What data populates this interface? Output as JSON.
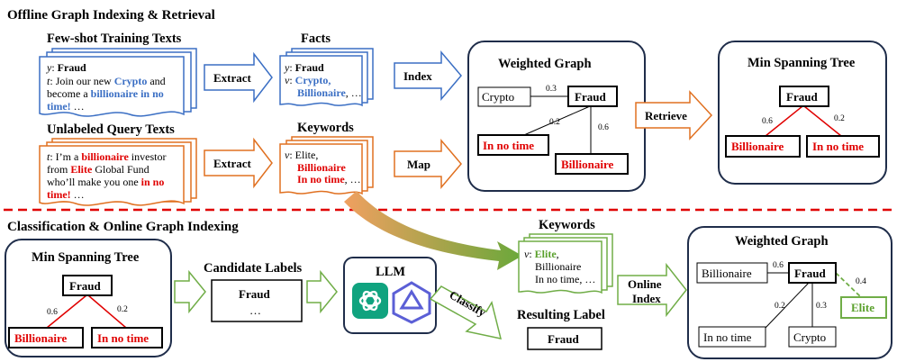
{
  "offline": {
    "title": "Offline Graph Indexing & Retrieval",
    "fewshot_title": "Few-shot Training Texts",
    "fewshot": {
      "y_key": "y",
      "y_val": "Fraud",
      "t_key": "t",
      "l1": "Join our new ",
      "l1_hl": "Crypto",
      "l1_end": " and",
      "l2": "become a ",
      "l2_hl": "billionaire in no",
      "l3_hl": "time!",
      "l3_end": " …"
    },
    "extract1": "Extract",
    "facts_title": "Facts",
    "facts": {
      "y_key": "y",
      "y_val": "Fraud",
      "v_key": "v",
      "v1": "Crypto,",
      "v2": "Billionaire",
      "v2_end": ", …"
    },
    "index": "Index",
    "wg_title": "Weighted Graph",
    "wg": {
      "crypto": "Crypto",
      "fraud": "Fraud",
      "innotime": "In no time",
      "billionaire": "Billionaire",
      "w1": "0.3",
      "w2": "0.2",
      "w3": "0.6"
    },
    "retrieve": "Retrieve",
    "mst_title": "Min Spanning Tree",
    "mst": {
      "fraud": "Fraud",
      "billionaire": "Billionaire",
      "innotime": "In no time",
      "w1": "0.6",
      "w2": "0.2"
    },
    "unlabeled_title": "Unlabeled Query Texts",
    "query": {
      "t_key": "t",
      "l1": ": I’m a ",
      "l1_hl": "billionaire",
      "l1_end": " investor",
      "l2": "from ",
      "l2_hl": "Elite",
      "l2_end": " Global Fund",
      "l3": "who’ll make you one ",
      "l3_hl": "in no",
      "l4_hl": "time!",
      "l4_end": " …"
    },
    "extract2": "Extract",
    "keywords_title": "Keywords",
    "keywords": {
      "v_key": "v",
      "v1": ": Elite,",
      "v2": "Billionaire",
      "v3": "In no time",
      "v3_end": ", …"
    },
    "map": "Map"
  },
  "online": {
    "title": "Classification & Online Graph Indexing",
    "mst_title": "Min Spanning Tree",
    "mst": {
      "fraud": "Fraud",
      "billionaire": "Billionaire",
      "innotime": "In no time",
      "w1": "0.6",
      "w2": "0.2"
    },
    "cand_title": "Candidate Labels",
    "cand": {
      "l1": "Fraud",
      "l2": "…"
    },
    "llm_title": "LLM",
    "classify": "Classify",
    "keywords_title": "Keywords",
    "keywords": {
      "v_key": "v",
      "v1": ": ",
      "v1_hl": "Elite",
      "v1_end": ",",
      "v2": "Billionaire",
      "v3": "In no time, …"
    },
    "result_title": "Resulting Label",
    "result": "Fraud",
    "online_index_1": "Online",
    "online_index_2": "Index",
    "wg_title": "Weighted Graph",
    "wg": {
      "billionaire": "Billionaire",
      "fraud": "Fraud",
      "elite": "Elite",
      "innotime": "In no time",
      "crypto": "Crypto",
      "w1": "0.6",
      "w2": "0.4",
      "w3": "0.2",
      "w4": "0.3"
    }
  },
  "colors": {
    "blue": "#3b6fc4",
    "orange": "#e07020",
    "green": "#70ad47",
    "red": "#e00000",
    "navy": "#1f2d4a",
    "dash": "#e00000"
  }
}
